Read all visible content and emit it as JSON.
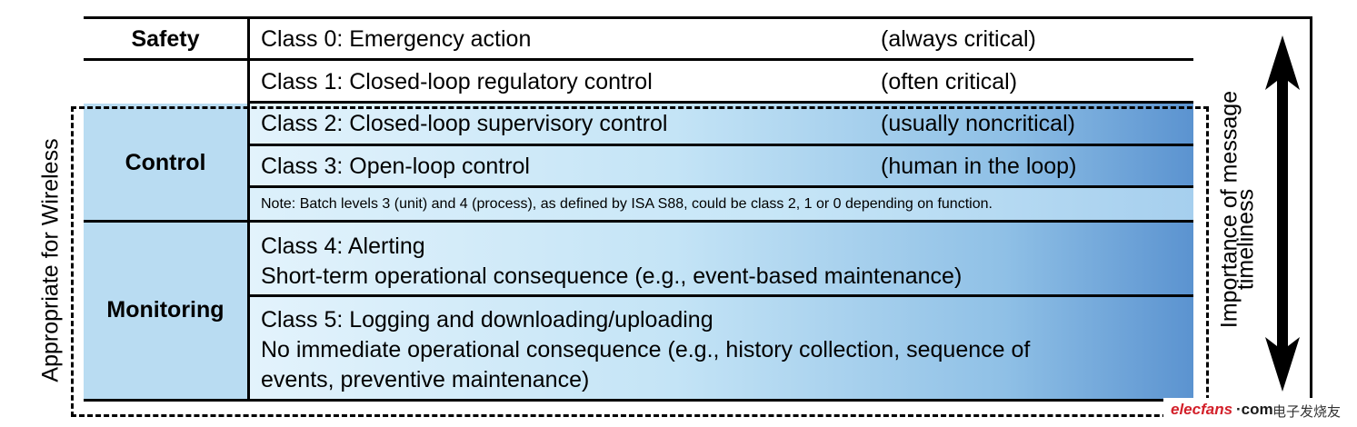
{
  "categories": {
    "safety": "Safety",
    "control": "Control",
    "monitoring": "Monitoring"
  },
  "classes": [
    {
      "title": "Class 0: Emergency action",
      "criticality": "(always critical)"
    },
    {
      "title": "Class 1: Closed-loop regulatory control",
      "criticality": "(often critical)"
    },
    {
      "title": "Class 2: Closed-loop supervisory control",
      "criticality": "(usually noncritical)"
    },
    {
      "title": "Class 3: Open-loop control",
      "criticality": "(human in the loop)"
    },
    {
      "title": "Class 4: Alerting",
      "description": "Short-term operational consequence (e.g., event-based maintenance)"
    },
    {
      "title": "Class 5: Logging and downloading/uploading",
      "description_line1": "No immediate operational consequence (e.g., history collection, sequence of",
      "description_line2": "events, preventive maintenance)"
    }
  ],
  "note": "Note: Batch levels 3 (unit) and 4 (process), as defined by ISA S88, could be class 2, 1 or 0 depending on function.",
  "side_label": {
    "line1": "Importance of message",
    "line2": "timeliness"
  },
  "wireless_label": "Appropriate for Wireless",
  "watermark": {
    "brand": "elecfans",
    "domain": "·com",
    "chinese": "电子发烧友"
  },
  "colors": {
    "blue_light": "#b9dcf2",
    "blue_dark": "#5b93d0",
    "watermark_red": "#d3202a"
  }
}
